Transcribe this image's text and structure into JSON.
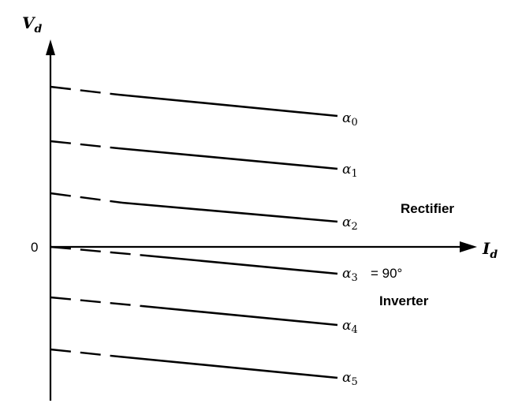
{
  "axes": {
    "y_label_main": "V",
    "y_label_sub": "d",
    "x_label_main": "I",
    "x_label_sub": "d",
    "origin_label": "0"
  },
  "regions": {
    "rectifier": "Rectifier",
    "inverter": "Inverter"
  },
  "curves": [
    {
      "label": "α",
      "index": "0",
      "suffix": ""
    },
    {
      "label": "α",
      "index": "1",
      "suffix": ""
    },
    {
      "label": "α",
      "index": "2",
      "suffix": ""
    },
    {
      "label": "α",
      "index": "3",
      "suffix": "= 90°"
    },
    {
      "label": "α",
      "index": "4",
      "suffix": ""
    },
    {
      "label": "α",
      "index": "5",
      "suffix": ""
    }
  ],
  "colors": {
    "line": "#000000"
  }
}
